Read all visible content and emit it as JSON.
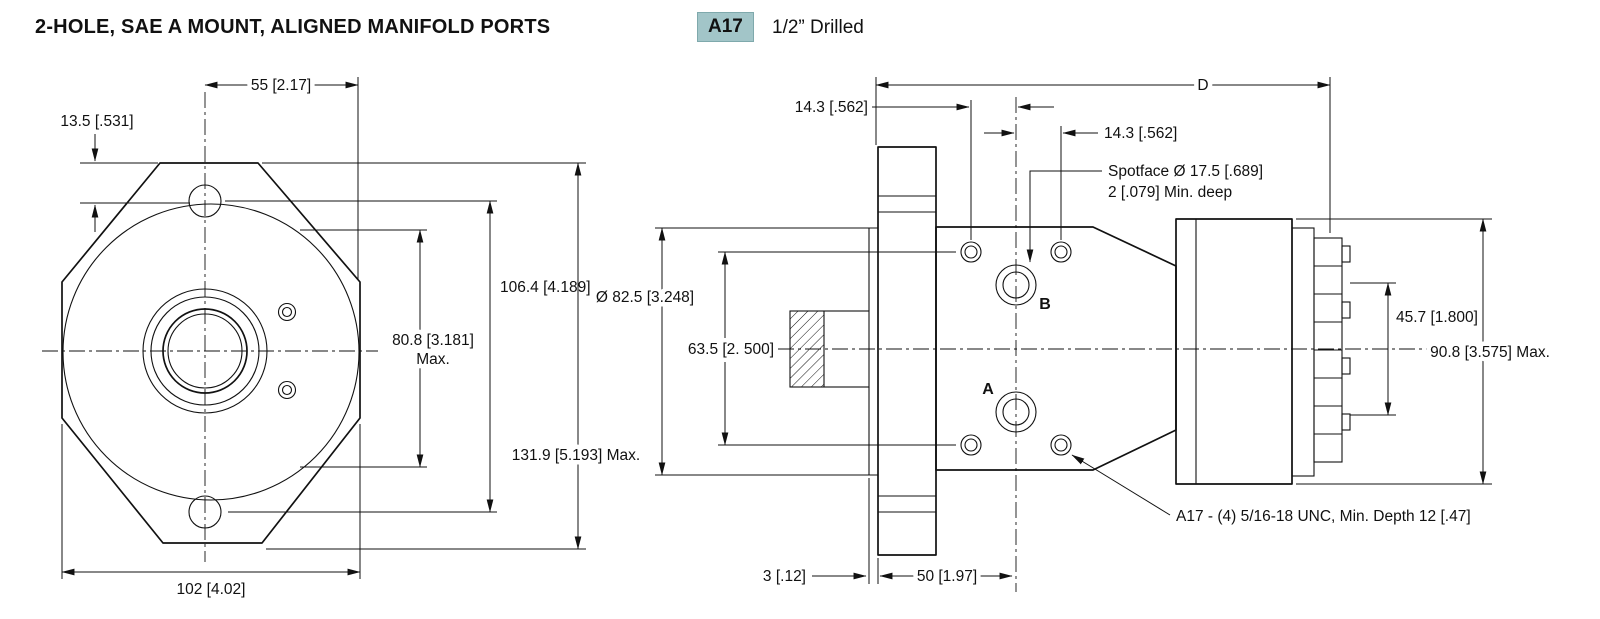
{
  "header": {
    "title": "2-HOLE, SAE A MOUNT, ALIGNED MANIFOLD PORTS",
    "badge": "A17",
    "badge_bg": "#a2c5c8",
    "subtitle": "1/2” Drilled"
  },
  "front_view": {
    "dim_top_width": "55 [2.17]",
    "dim_hole_offset": "13.5 [.531]",
    "dim_hole_spacing": "106.4 [4.189]",
    "dim_boss_width": "80.8 [3.181]",
    "dim_boss_width_suffix": "Max.",
    "dim_overall_height": "131.9 [5.193] Max.",
    "dim_bottom_width": "102 [4.02]"
  },
  "side_view": {
    "dim_overall_length": "D",
    "dim_port_offset_left": "14.3 [.562]",
    "dim_port_offset_right": "14.3 [.562]",
    "spotface_line1": "Spotface Ø 17.5 [.689]",
    "spotface_line2": "2 [.079] Min. deep",
    "dim_pilot_dia": "Ø 82.5 [3.248]",
    "dim_port_spacing": "63.5 [2. 500]",
    "dim_valve_height": "45.7 [1.800]",
    "dim_body_height": "90.8 [3.575] Max.",
    "port_b_label": "B",
    "port_a_label": "A",
    "thread_note": "A17 -  (4) 5/16-18 UNC, Min. Depth 12 [.47]",
    "dim_pilot_depth": "3 [.12]",
    "dim_face_to_port": "50 [1.97]"
  }
}
